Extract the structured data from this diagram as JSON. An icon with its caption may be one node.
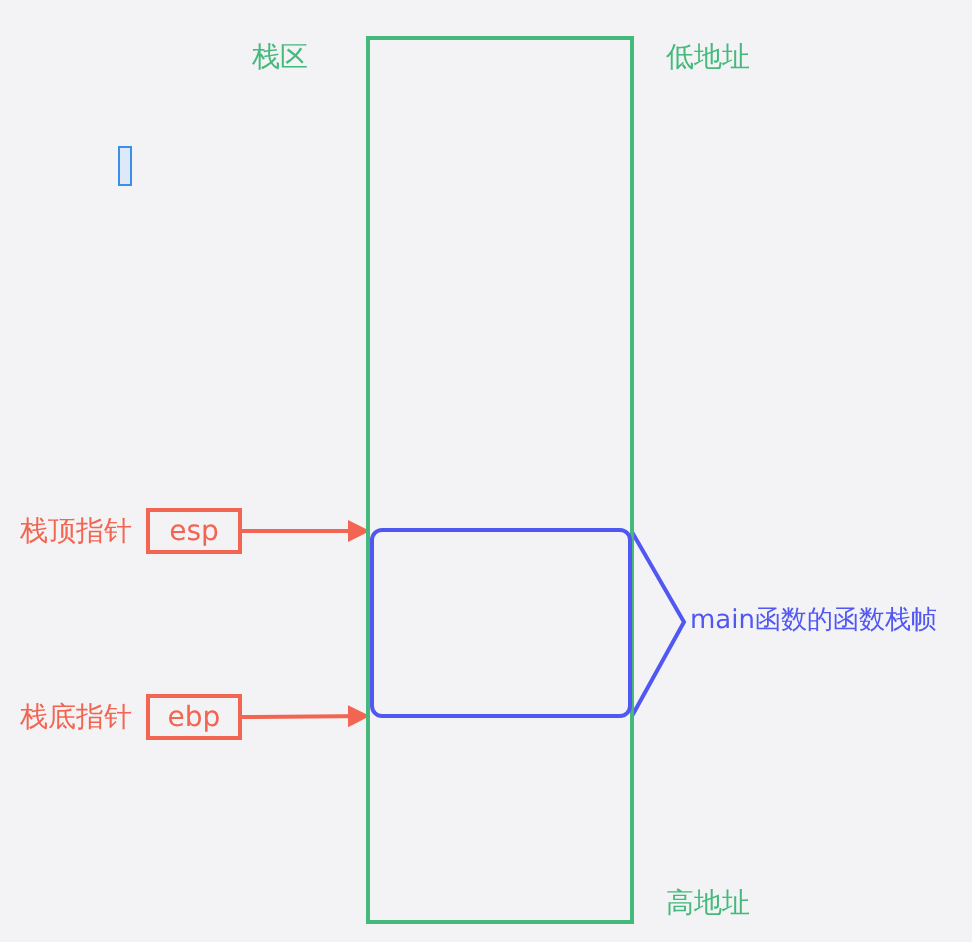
{
  "diagram": {
    "nodes": [
      {
        "text": [
          "栈区"
        ],
        "beside": [
          "低地址",
          "高地址"
        ]
      },
      {
        "text": [],
        "shape": "box",
        "in": 0,
        "beside": [
          "main函数的函数栈帧"
        ]
      },
      {
        "text": [
          "esp"
        ],
        "beside": [
          "栈顶指针"
        ]
      },
      {
        "text": [
          "ebp"
        ],
        "beside": [
          "栈底指针"
        ]
      }
    ],
    "edges": [
      {
        "from": 2,
        "to": 1,
        "arrow": "to"
      },
      {
        "from": 3,
        "to": 1,
        "arrow": "to"
      }
    ]
  }
}
